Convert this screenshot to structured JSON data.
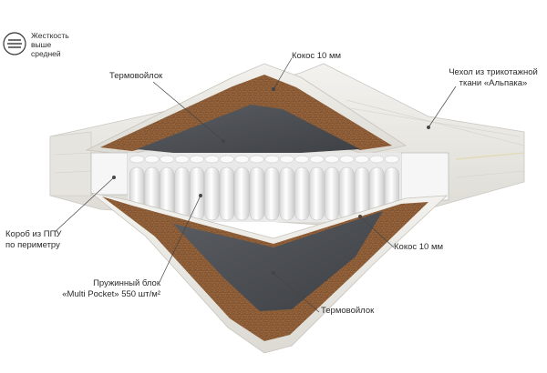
{
  "firmness": {
    "icon": "firmness-level-icon",
    "line1": "Жесткость",
    "line2": "выше",
    "line3": "средней"
  },
  "labels": {
    "coconut_top": "Кокос 10 мм",
    "thermofelt_top": "Термовойлок",
    "cover_line1": "Чехол из трикотажной",
    "cover_line2": "ткани «Альпака»",
    "box_line1": "Короб из ППУ",
    "box_line2": "по периметру",
    "coconut_bottom": "Кокос 10 мм",
    "spring_line1": "Пружинный блок",
    "spring_line2": "«Multi Pocket» 550 шт/м²",
    "thermofelt_bottom": "Термовойлок"
  },
  "colors": {
    "cover": "#ecebe6",
    "coconut": "#8a5a36",
    "felt": "#4a4d52",
    "foam": "#f4f4f4",
    "springs": "#f7f7f7",
    "leader": "#444444"
  }
}
